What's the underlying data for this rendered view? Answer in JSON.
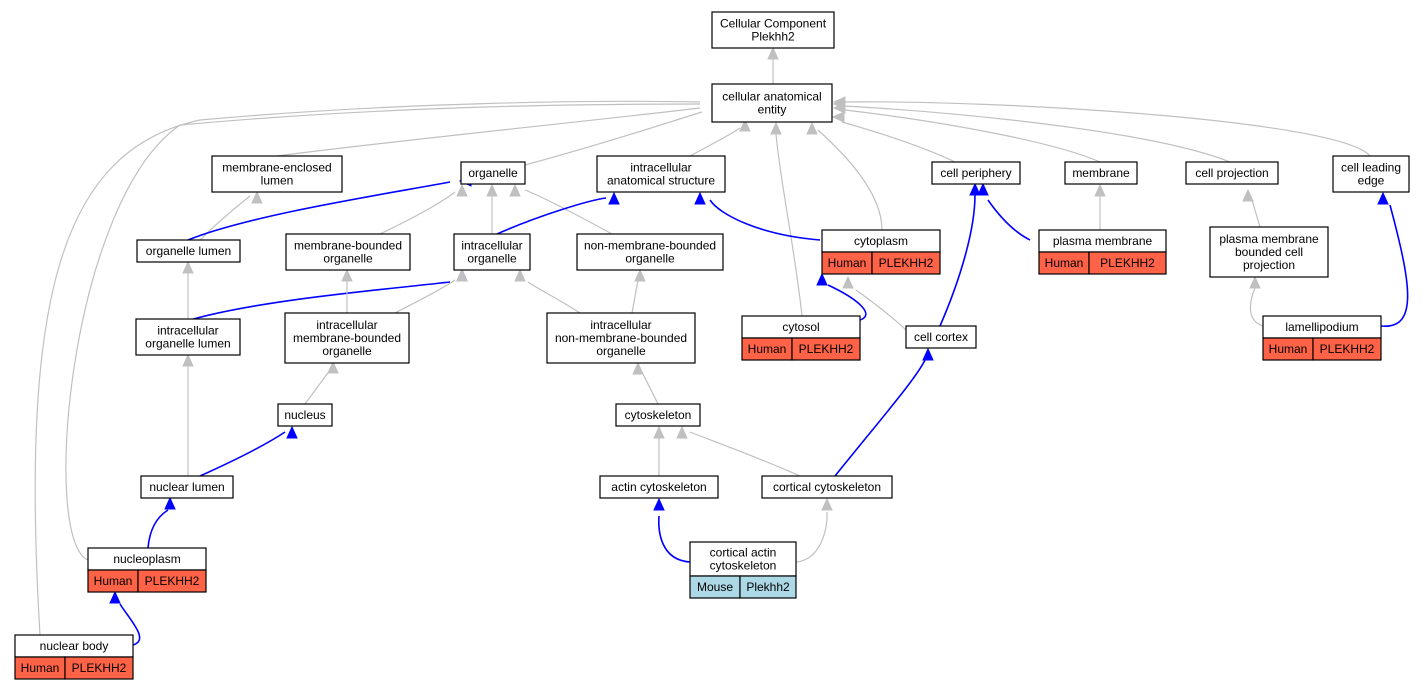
{
  "diagram": {
    "colors": {
      "gray_edge": "#c0c0c0",
      "blue_edge": "#0000ff",
      "human": "#ff6347",
      "mouse": "#add8e6"
    },
    "nodes": {
      "root": {
        "lines": [
          "Cellular Component",
          "Plekhh2"
        ]
      },
      "cae": {
        "lines": [
          "cellular anatomical",
          "entity"
        ]
      },
      "mel": {
        "lines": [
          "membrane-enclosed",
          "lumen"
        ]
      },
      "org": {
        "lines": [
          "organelle"
        ]
      },
      "ias": {
        "lines": [
          "intracellular",
          "anatomical structure"
        ]
      },
      "cper": {
        "lines": [
          "cell periphery"
        ]
      },
      "mem": {
        "lines": [
          "membrane"
        ]
      },
      "cproj": {
        "lines": [
          "cell projection"
        ]
      },
      "cle": {
        "lines": [
          "cell leading",
          "edge"
        ]
      },
      "orglum": {
        "lines": [
          "organelle lumen"
        ]
      },
      "mbo": {
        "lines": [
          "membrane-bounded",
          "organelle"
        ]
      },
      "iorg": {
        "lines": [
          "intracellular",
          "organelle"
        ]
      },
      "nmbo": {
        "lines": [
          "non-membrane-bounded",
          "organelle"
        ]
      },
      "cyto": {
        "lines": [
          "cytoplasm"
        ],
        "species": "Human",
        "gene": "PLEKHH2"
      },
      "pm": {
        "lines": [
          "plasma membrane"
        ],
        "species": "Human",
        "gene": "PLEKHH2"
      },
      "pmbcp": {
        "lines": [
          "plasma membrane",
          "bounded cell",
          "projection"
        ]
      },
      "iol": {
        "lines": [
          "intracellular",
          "organelle lumen"
        ]
      },
      "imbo": {
        "lines": [
          "intracellular",
          "membrane-bounded",
          "organelle"
        ]
      },
      "inmbo": {
        "lines": [
          "intracellular",
          "non-membrane-bounded",
          "organelle"
        ]
      },
      "cytosol": {
        "lines": [
          "cytosol"
        ],
        "species": "Human",
        "gene": "PLEKHH2"
      },
      "cc": {
        "lines": [
          "cell cortex"
        ]
      },
      "lam": {
        "lines": [
          "lamellipodium"
        ],
        "species": "Human",
        "gene": "PLEKHH2"
      },
      "nuc": {
        "lines": [
          "nucleus"
        ]
      },
      "csk": {
        "lines": [
          "cytoskeleton"
        ]
      },
      "nl": {
        "lines": [
          "nuclear lumen"
        ]
      },
      "acsk": {
        "lines": [
          "actin cytoskeleton"
        ]
      },
      "ccsk": {
        "lines": [
          "cortical cytoskeleton"
        ]
      },
      "np": {
        "lines": [
          "nucleoplasm"
        ],
        "species": "Human",
        "gene": "PLEKHH2"
      },
      "cacsk": {
        "lines": [
          "cortical actin",
          "cytoskeleton"
        ],
        "species": "Mouse",
        "gene": "Plekhh2"
      },
      "nb": {
        "lines": [
          "nuclear body"
        ],
        "species": "Human",
        "gene": "PLEKHH2"
      }
    }
  }
}
